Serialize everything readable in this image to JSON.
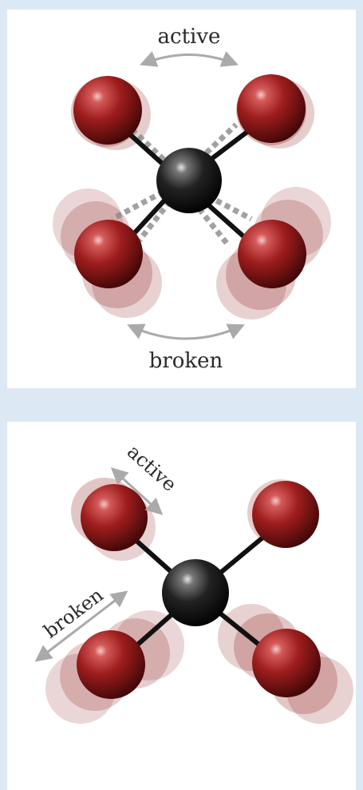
{
  "top_diagram": {
    "label_top": "active",
    "label_bottom": "broken"
  },
  "bottom_diagram": {
    "label_upper": "active",
    "label_lower": "broken"
  },
  "colors": {
    "background": "#dde8f5",
    "panel": "#ffffff",
    "outer_atom": "#8b1a1a",
    "center_atom": "#111111",
    "bond": "#111111",
    "arrow": "#aaaaaa"
  }
}
